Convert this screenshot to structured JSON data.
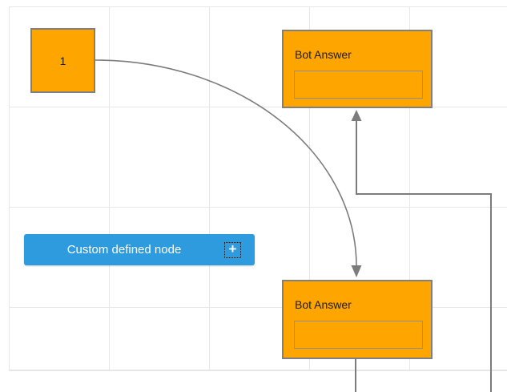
{
  "colors": {
    "canvas_bg": "#ffffff",
    "grid_line": "#e7e7e7",
    "node_orange": "#ffa500",
    "node_border": "#7f7f7f",
    "node_blue": "#2e9bdf",
    "connector": "#7c7c7c",
    "field_border": "#8f8f8f",
    "text_dark": "#1c1c1c",
    "text_light": "#ffffff"
  },
  "nodes": {
    "start": {
      "label": "1"
    },
    "bot_answer_top": {
      "title": "Bot Answer",
      "field_value": ""
    },
    "bot_answer_bottom": {
      "title": "Bot Answer",
      "field_value": ""
    },
    "custom": {
      "label": "Custom defined node",
      "add_icon": "+"
    }
  },
  "connections": [
    {
      "from": "start",
      "to": "bot_answer_bottom",
      "style": "curved",
      "arrow": "into-top-of-target"
    },
    {
      "from": "offscreen-bottom-right",
      "to": "bot_answer_top",
      "style": "orthogonal",
      "arrow": "into-bottom-of-target"
    },
    {
      "from": "bot_answer_bottom",
      "to": "offscreen-bottom",
      "style": "straight",
      "arrow": "none"
    }
  ]
}
